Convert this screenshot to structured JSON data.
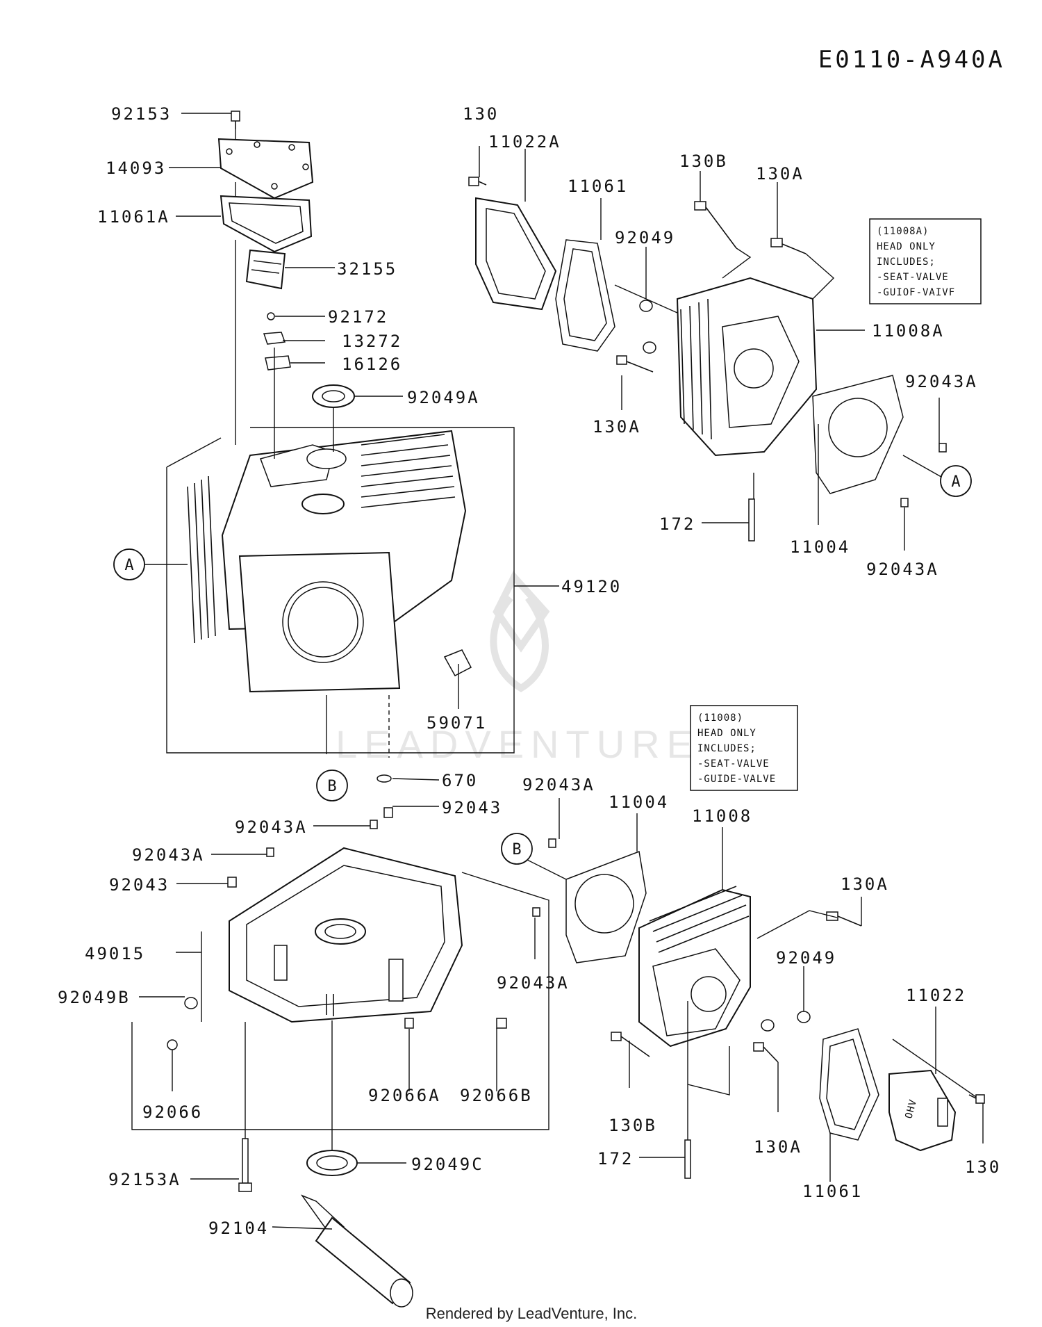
{
  "diagram_id": "E0110-A940A",
  "footer": "Rendered by LeadVenture, Inc.",
  "watermark": "LEADVENTURE",
  "notes": {
    "head_11008a": [
      "(11008A)",
      "HEAD ONLY",
      "INCLUDES;",
      "-SEAT-VALVE",
      "-GUIOF-VAIVF"
    ],
    "head_11008": [
      "(11008)",
      "HEAD ONLY",
      "INCLUDES;",
      "-SEAT-VALVE",
      "-GUIDE-VALVE"
    ]
  },
  "refs": {
    "a": "A",
    "b": "B"
  },
  "labels": {
    "p92153": "92153",
    "p14093": "14093",
    "p11061a": "11061A",
    "p32155": "32155",
    "p92172": "92172",
    "p13272": "13272",
    "p16126": "16126",
    "p92049a": "92049A",
    "p49120": "49120",
    "p59071": "59071",
    "p670": "670",
    "p92043_1": "92043",
    "p92043a_1": "92043A",
    "p92043a_2": "92043A",
    "p92043_2": "92043",
    "p49015": "49015",
    "p92049b": "92049B",
    "p92066": "92066",
    "p92066a": "92066A",
    "p92066b": "92066B",
    "p92153a": "92153A",
    "p92049c": "92049C",
    "p92104": "92104",
    "p130_top": "130",
    "p11022a": "11022A",
    "p11061_top": "11061",
    "p130b_top": "130B",
    "p130a_top": "130A",
    "p92049_top": "92049",
    "p11008a": "11008A",
    "p92043a_r1": "92043A",
    "p130a_mid": "130A",
    "p172_top": "172",
    "p11004_top": "11004",
    "p92043a_r2": "92043A",
    "p92043a_b1": "92043A",
    "p11004_bot": "11004",
    "p11008": "11008",
    "p130a_br": "130A",
    "p92049_bot": "92049",
    "p92043a_b2": "92043A",
    "p11022": "11022",
    "p130b_bot": "130B",
    "p130a_bot": "130A",
    "p172_bot": "172",
    "p11061_bot": "11061",
    "p130_bot": "130"
  }
}
